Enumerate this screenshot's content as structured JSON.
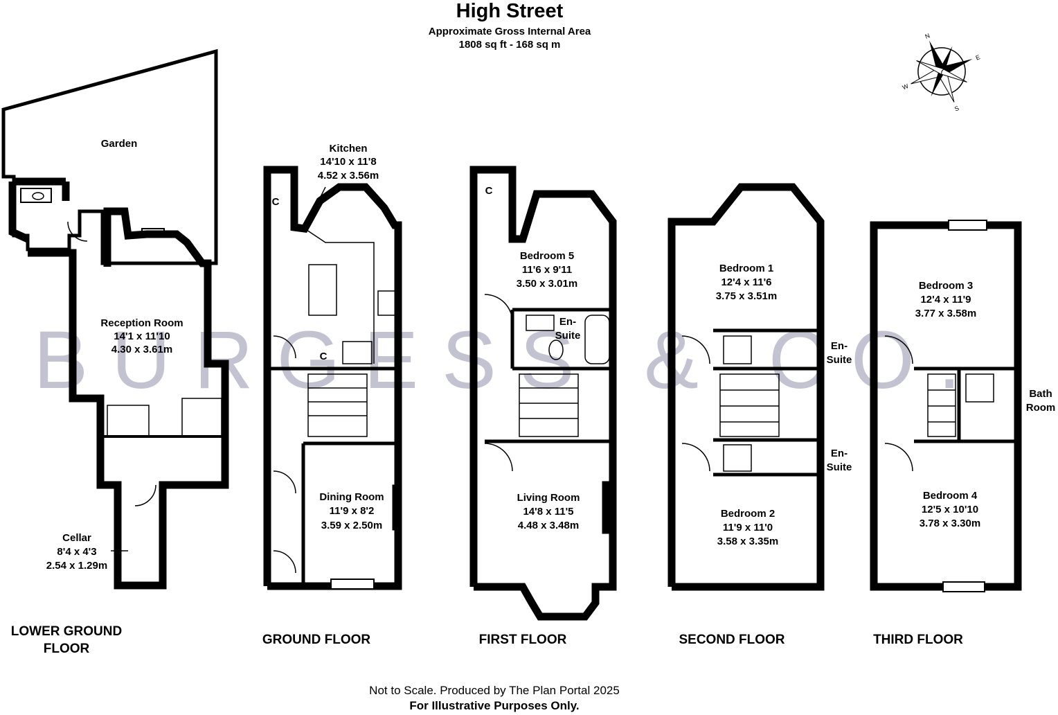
{
  "header": {
    "title": "High Street",
    "subtitle": "Approximate Gross Internal Area",
    "area": "1808 sq ft - 168 sq m"
  },
  "watermark": "BURGESS & CO.",
  "compass": {
    "icon": "compass-rose-icon",
    "letters": [
      "N",
      "E",
      "S",
      "W"
    ]
  },
  "floors": {
    "lower_ground": {
      "label_line1": "LOWER GROUND",
      "label_line2": "FLOOR",
      "garden": "Garden",
      "reception": {
        "name": "Reception Room",
        "imperial": "14'1 x 11'10",
        "metric": "4.30 x 3.61m"
      },
      "cellar": {
        "name": "Cellar",
        "imperial": "8'4 x 4'3",
        "metric": "2.54 x 1.29m"
      }
    },
    "ground": {
      "label": "GROUND FLOOR",
      "kitchen": {
        "name": "Kitchen",
        "imperial": "14'10 x 11'8",
        "metric": "4.52 x 3.56m"
      },
      "dining": {
        "name": "Dining Room",
        "imperial": "11'9 x 8'2",
        "metric": "3.59 x 2.50m"
      },
      "cupboard": "C"
    },
    "first": {
      "label": "FIRST FLOOR",
      "bedroom5": {
        "name": "Bedroom 5",
        "imperial": "11'6 x 9'11",
        "metric": "3.50 x 3.01m"
      },
      "ensuite": {
        "line1": "En-",
        "line2": "Suite"
      },
      "living": {
        "name": "Living Room",
        "imperial": "14'8 x 11'5",
        "metric": "4.48 x 3.48m"
      },
      "cupboard": "C"
    },
    "second": {
      "label": "SECOND FLOOR",
      "bedroom1": {
        "name": "Bedroom 1",
        "imperial": "12'4 x 11'6",
        "metric": "3.75 x 3.51m"
      },
      "ensuite_a": {
        "line1": "En-",
        "line2": "Suite"
      },
      "ensuite_b": {
        "line1": "En-",
        "line2": "Suite"
      },
      "bedroom2": {
        "name": "Bedroom 2",
        "imperial": "11'9 x 11'0",
        "metric": "3.58 x 3.35m"
      }
    },
    "third": {
      "label": "THIRD FLOOR",
      "bedroom3": {
        "name": "Bedroom 3",
        "imperial": "12'4 x 11'9",
        "metric": "3.77 x 3.58m"
      },
      "bathroom": {
        "line1": "Bath",
        "line2": "Room"
      },
      "bedroom4": {
        "name": "Bedroom 4",
        "imperial": "12'5 x 10'10",
        "metric": "3.78 x 3.30m"
      }
    }
  },
  "footer": {
    "line1": "Not to Scale. Produced by The Plan Portal 2025",
    "line2": "For Illustrative Purposes Only."
  },
  "colors": {
    "wall": "#000000",
    "watermark": "#b9b8c9",
    "watermark_symbol": "#ecd48a"
  }
}
